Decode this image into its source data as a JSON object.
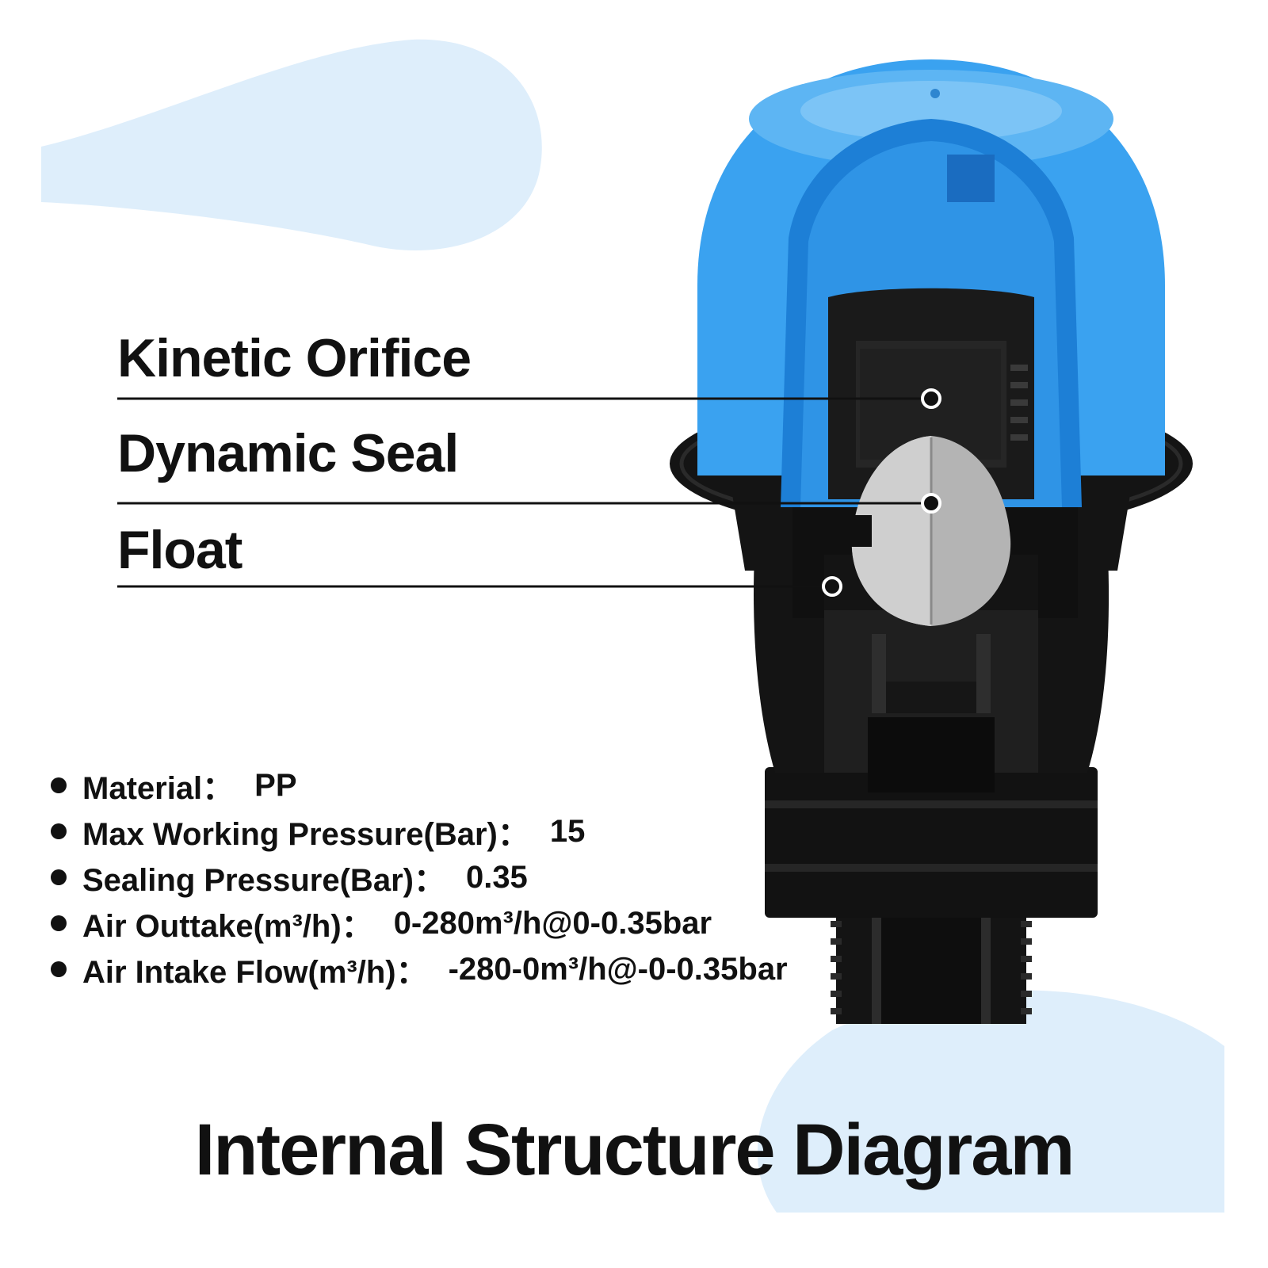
{
  "colors": {
    "background": "#ffffff",
    "blob": "#deeefb",
    "cap_blue": "#3aa2f0",
    "cap_blue_dark": "#1d7fd6",
    "body_black": "#141414",
    "float_gray": "#b4b4b4",
    "text": "#111111"
  },
  "callouts": [
    {
      "label": "Kinetic Orifice"
    },
    {
      "label": "Dynamic Seal"
    },
    {
      "label": "Float"
    }
  ],
  "specs": [
    {
      "label": "Material：",
      "value": "PP"
    },
    {
      "label": "Max Working Pressure(Bar)：",
      "value": "15"
    },
    {
      "label": "Sealing Pressure(Bar)：",
      "value": "0.35"
    },
    {
      "label": "Air Outtake(m³/h)：",
      "value": "0-280m³/h@0-0.35bar"
    },
    {
      "label": "Air Intake Flow(m³/h)：",
      "value": "-280-0m³/h@-0-0.35bar"
    }
  ],
  "footer": {
    "title": "Internal Structure Diagram"
  }
}
